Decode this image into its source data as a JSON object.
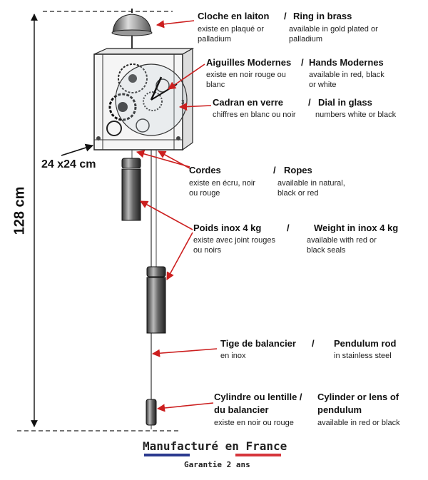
{
  "colors": {
    "arrow": "#cc1f1f",
    "dash": "#222222",
    "flag_blue": "#2b3a8f",
    "flag_red": "#d6363c"
  },
  "dimensions": {
    "height": "128 cm",
    "footprint": "24 x24 cm"
  },
  "labels": [
    {
      "id": "bell",
      "fr_title": "Cloche en laiton",
      "sep": "/",
      "en_title": "Ring in brass",
      "fr_desc": [
        "existe en plaqué or",
        "palladium"
      ],
      "en_desc": [
        "available in gold plated or",
        "palladium"
      ]
    },
    {
      "id": "hands",
      "fr_title": "Aiguilles Modernes",
      "sep": "/",
      "en_title": "Hands Modernes",
      "fr_desc": [
        "existe en noir rouge ou",
        "blanc"
      ],
      "en_desc": [
        "available in red, black",
        "or white"
      ]
    },
    {
      "id": "dial",
      "fr_title": "Cadran en verre",
      "sep": "/",
      "en_title": "Dial in glass",
      "fr_desc": [
        "chiffres en blanc ou noir"
      ],
      "en_desc": [
        "numbers white or black"
      ]
    },
    {
      "id": "ropes",
      "fr_title": "Cordes",
      "sep": "/",
      "en_title": "Ropes",
      "fr_desc": [
        "existe en écru, noir",
        "ou rouge"
      ],
      "en_desc": [
        "available in natural,",
        "black or red"
      ]
    },
    {
      "id": "weights",
      "fr_title": "Poids inox  4 kg",
      "sep": "/",
      "en_title": "Weight in inox 4 kg",
      "fr_desc": [
        "existe avec joint rouges",
        "ou noirs"
      ],
      "en_desc": [
        "available with red or",
        "black seals"
      ]
    },
    {
      "id": "rod",
      "fr_title": "Tige de balancier",
      "sep": "/",
      "en_title": "Pendulum rod",
      "fr_desc": [
        "en inox"
      ],
      "en_desc": [
        "in stainless steel"
      ]
    },
    {
      "id": "bob",
      "fr_title": "Cylindre ou lentille /",
      "fr_title2": "du balancier",
      "en_title": "Cylinder or lens of",
      "en_title2": "pendulum",
      "fr_desc": [
        "existe en noir ou rouge"
      ],
      "en_desc": [
        "available in red or black"
      ]
    }
  ],
  "footer": {
    "made": "Manufacturé en France",
    "warranty": "Garantie 2 ans"
  }
}
